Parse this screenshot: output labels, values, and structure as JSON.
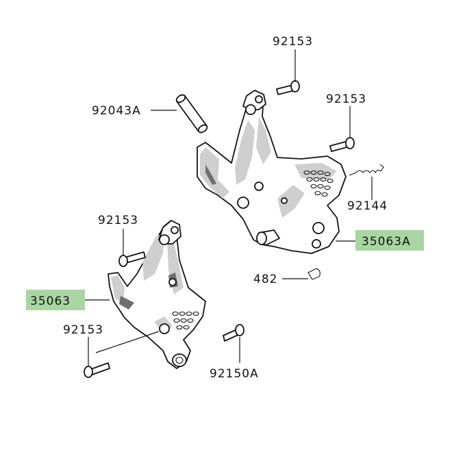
{
  "parts": [
    {
      "id": "p1",
      "number": "92153",
      "highlighted": false
    },
    {
      "id": "p2",
      "number": "92043A",
      "highlighted": false
    },
    {
      "id": "p3",
      "number": "92153",
      "highlighted": false
    },
    {
      "id": "p4",
      "number": "92144",
      "highlighted": false
    },
    {
      "id": "p5",
      "number": "35063A",
      "highlighted": true
    },
    {
      "id": "p6",
      "number": "92153",
      "highlighted": false
    },
    {
      "id": "p7",
      "number": "482",
      "highlighted": false
    },
    {
      "id": "p8",
      "number": "35063",
      "highlighted": true
    },
    {
      "id": "p9",
      "number": "92153",
      "highlighted": false
    },
    {
      "id": "p10",
      "number": "92150A",
      "highlighted": false
    }
  ],
  "colors": {
    "highlight": "#a9d5a2",
    "line": "#111111",
    "shade": "#cfcfcf"
  }
}
